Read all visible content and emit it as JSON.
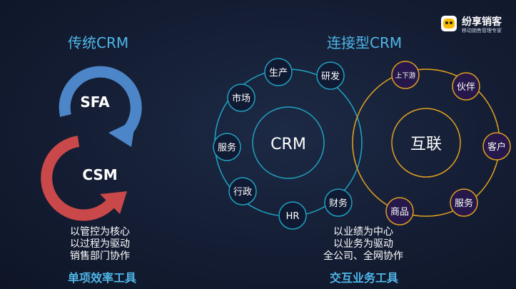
{
  "brand": {
    "name": "纷享销客",
    "tagline": "移动销售管理专家"
  },
  "left": {
    "title": "传统CRM",
    "cycle_top": "SFA",
    "cycle_bottom": "CSM",
    "caption": [
      "以管控为核心",
      "以过程为驱动",
      "销售部门协作"
    ],
    "footer": "单项效率工具"
  },
  "right": {
    "title": "连接型CRM",
    "crm_center": "CRM",
    "crm_nodes": [
      "生产",
      "研发",
      "市场",
      "服务",
      "行政",
      "HR",
      "财务"
    ],
    "hub_center": "互联",
    "hub_nodes": [
      "上下游",
      "伙伴",
      "客户",
      "服务",
      "商品"
    ],
    "caption": [
      "以业绩为中心",
      "以业务为驱动",
      "全公司、全网协作"
    ],
    "footer": "交互业务工具"
  },
  "colors": {
    "accent_blue": "#4fb6e8",
    "sfa_arrow": "#4c86c9",
    "csm_arrow": "#c9484a",
    "crm_ring": "#1fa2c0",
    "hub_ring": "#e1a020",
    "node_fill": "#101a33",
    "node_fill_purple": "#26184a"
  }
}
